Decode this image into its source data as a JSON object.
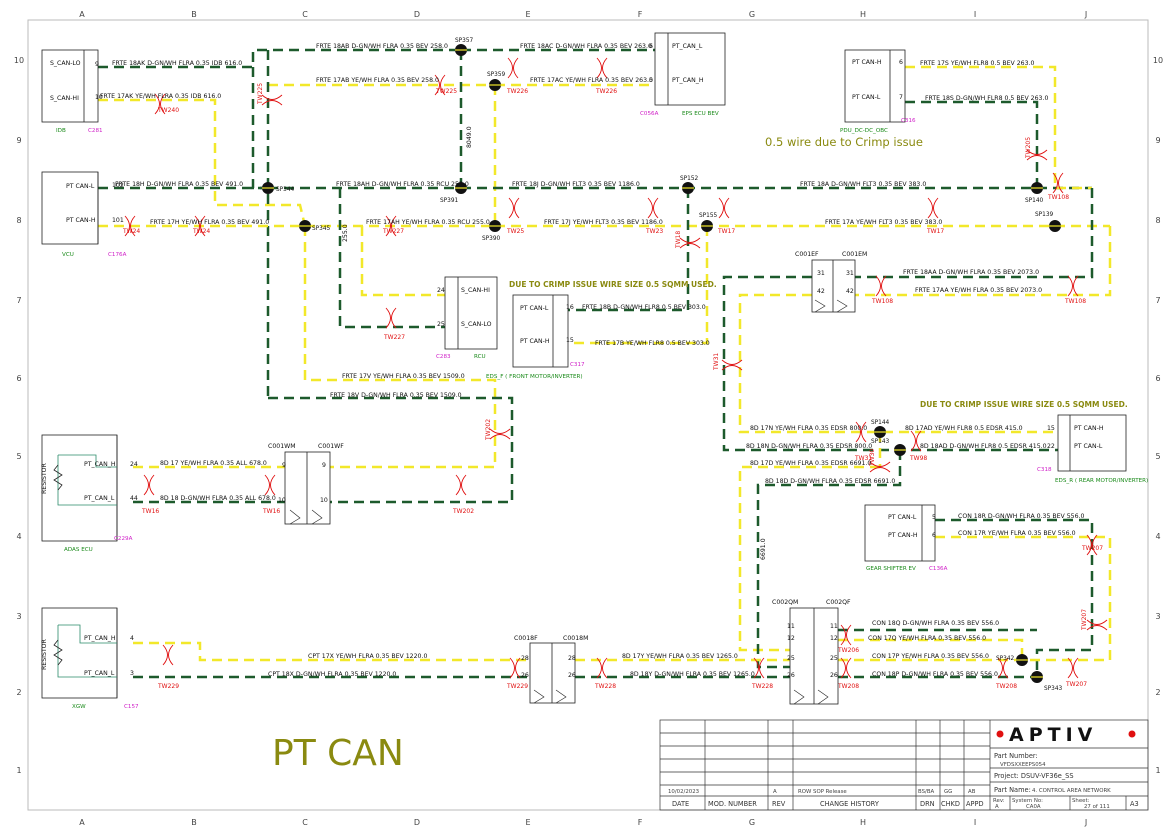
{
  "sheet": {
    "title": "PT CAN",
    "col_letters": [
      "A",
      "B",
      "C",
      "D",
      "E",
      "F",
      "G",
      "H",
      "I",
      "J"
    ],
    "row_numbers": [
      "10",
      "9",
      "8",
      "7",
      "6",
      "5",
      "4",
      "3",
      "2",
      "1"
    ],
    "colors": {
      "can_h": "#f2e82a",
      "can_l": "#1d5a2c",
      "twist": "#e01010",
      "annotation": "#8a8a10"
    }
  },
  "notes": {
    "crimp_1": "0.5 wire due to Crimp issue",
    "crimp_2": "DUE TO CRIMP ISSUE WIRE SIZE 0.5 SQMM USED.",
    "crimp_3": "DUE TO CRIMP ISSUE WIRE SIZE 0.5 SQMM USED."
  },
  "components": {
    "idb": {
      "name": "IDB",
      "conn": "C281",
      "p1": "S_CAN-LO",
      "p2": "S_CAN-HI",
      "n1": "9",
      "n2": "10"
    },
    "vcu": {
      "name": "VCU",
      "conn": "C176A",
      "p1": "PT CAN-L",
      "p2": "PT CAN-H",
      "n1": "102",
      "n2": "101"
    },
    "eps": {
      "name": "EPS ECU BEV",
      "conn": "C056A",
      "p1": "PT_CAN_L",
      "p2": "PT_CAN_H",
      "n1": "6",
      "n2": "5"
    },
    "pdu": {
      "name": "PDU_DC-DC_OBC",
      "conn": "C316",
      "p1": "PT CAN-H",
      "p2": "PT CAN-L",
      "n1": "6",
      "n2": "7"
    },
    "rcu": {
      "name": "RCU",
      "conn": "C283",
      "p1": "S_CAN-HI",
      "p2": "S_CAN-LO",
      "n1": "24",
      "n2": "25"
    },
    "edsf": {
      "name": "EDS_F ( FRONT MOTOR/INVERTER)",
      "conn": "C317",
      "p1": "PT CAN-L",
      "p2": "PT CAN-H",
      "n1": "16",
      "n2": "15"
    },
    "edsr": {
      "name": "EDS_R ( REAR MOTOR/INVERTER)",
      "conn": "C318",
      "p1": "PT CAN-H",
      "p2": "PT CAN-L",
      "n1": "15",
      "n2": "22"
    },
    "adas": {
      "name": "ADAS ECU",
      "conn": "C229A",
      "p1": "PT_CAN_H",
      "p2": "PT_CAN_L",
      "n1": "24",
      "n2": "44",
      "res": "RESISTOR"
    },
    "gear": {
      "name": "GEAR SHIFTER EV",
      "conn": "C136A",
      "p1": "PT CAN-L",
      "p2": "PT CAN-H",
      "n1": "5",
      "n2": "6"
    },
    "xgw": {
      "name": "XGW",
      "conn": "C157",
      "p1": "PT_CAN_H",
      "p2": "PT_CAN_L",
      "n1": "4",
      "n2": "3",
      "res": "RESISTOR"
    }
  },
  "inline": {
    "c001wm": "C001WM",
    "c001wf": "C001WF",
    "c001ef": "C001EF",
    "c001em": "C001EM",
    "c0018f": "C0018F",
    "c0018m": "C0018M",
    "c002qm": "C002QM",
    "c002qf": "C002QF"
  },
  "splices": [
    "SP357",
    "SP359",
    "SP344",
    "SP345",
    "SP391",
    "SP390",
    "SP152",
    "SP155",
    "SP140",
    "SP139",
    "SP144",
    "SP143",
    "SP342",
    "SP343"
  ],
  "wire_labels": [
    "FRTE 18AK D-GN/WH FLRA 0.35 IDB 616.0",
    "FRTE 17AK YE/WH FLRA 0.35 IDB 616.0",
    "FRTE 18AB D-GN/WH FLRA 0.35 BEV 258.0",
    "FRTE 17AB YE/WH FLRA 0.35 BEV 258.0",
    "FRTE 18AC D-GN/WH FLRA 0.35 BEV 263.0",
    "FRTE 17AC YE/WH FLRA 0.35 BEV 263.0",
    "FRTE 17S YE/WH FLR8 0.5 BEV 263.0",
    "FRTE 18S D-GN/WH FLR8 0.5 BEV 263.0",
    "FRTE 18H D-GN/WH FLRA 0.35 BEV 491.0",
    "FRTE 17H YE/WH FLRA 0.35 BEV 491.0",
    "FRTE 18AH D-GN/WH FLRA 0.35 RCU 255.0",
    "FRTE 17AH YE/WH FLRA 0.35 RCU 255.0",
    "FRTE 18J D-GN/WH FLT3 0.35 BEV 1186.0",
    "FRTE 17J YE/WH FLT3 0.35 BEV 1186.0",
    "FRTE 18A D-GN/WH FLT3 0.35 BEV 383.0",
    "FRTE 17A YE/WH FLT3 0.35 BEV 383.0",
    "FRTE 18AA D-GN/WH FLRA 0.35 BEV 2073.0",
    "FRTE 17AA YE/WH FLRA 0.35 BEV 2073.0",
    "FRTE 18B D-GN/WH FLR8 0.5 BEV 303.0",
    "FRTE 17B YE/WH FLR8 0.5 BEV 303.0",
    "FRTE 17V YE/WH FLRA 0.35 BEV 1509.0",
    "FRTE 18V D-GN/WH FLRA 0.35 BEV 1509.0",
    "8D 17N YE/WH FLRA 0.35 EDSR 800.0",
    "8D 17AD YE/WH FLR8 0.5 EDSR 415.0",
    "8D 18N D-GN/WH FLRA 0.35 EDSR 800.0",
    "8D 18AD D-GN/WH FLR8 0.5 EDSR 415.0",
    "8D 17D YE/WH FLRA 0.35 EDSR 6691.0",
    "8D 18D D-GN/WH FLRA 0.35 EDSR 6691.0",
    "8D 17 YE/WH FLRA 0.35 ALL 678.0",
    "8D 18 D-GN/WH FLRA 0.35 ALL 678.0",
    "CON 18R D-GN/WH FLRA 0.35 BEV 556.0",
    "CON 17R YE/WH FLRA 0.35 BEV 556.0",
    "CON 18Q D-GN/WH FLRA 0.35 BEV 556.0",
    "CON 17Q YE/WH FLRA 0.35 BEV 556.0",
    "CON 17P YE/WH FLRA 0.35 BEV 556.0",
    "CON 18P D-GN/WH FLRA 0.35 BEV 556.0",
    "CPT 17X YE/WH FLRA 0.35 BEV 1220.0",
    "CPT 18X D-GN/WH FLRA 0.35 BEV 1220.0",
    "8D 17Y YE/WH FLRA 0.35 BEV 1265.0",
    "8D 18Y D-GN/WH FLRA 0.35 BEV 1265.0"
  ],
  "twists": [
    "TW240",
    "TW225",
    "TW226",
    "TW205",
    "TW24",
    "TW227",
    "TW25",
    "TW23",
    "TW17",
    "TW18",
    "TW108",
    "TW31",
    "TW202",
    "TW16",
    "TW30",
    "TW98",
    "TW207",
    "TW206",
    "TW208",
    "TW228",
    "TW229"
  ],
  "title_block": {
    "logo": "APTIV",
    "part_number_label": "Part Number:",
    "part_number": "VFDSXXEEPS054",
    "project": "Project: DSUV-VF36e_SS",
    "part_name_label": "Part Name:",
    "part_name": "4. CONTROL AREA NETWORK",
    "date": "10/02/2023",
    "rev": "A",
    "history": "ROW SOP Release",
    "drn": "BS/BA",
    "chkd": "GG",
    "appd": "AB",
    "h_date": "DATE",
    "h_mod": "MOD. NUMBER",
    "h_rev": "REV",
    "h_change": "CHANGE HISTORY",
    "h_drn": "DRN",
    "h_chkd": "CHKD",
    "h_appd": "APPD",
    "rev_label": "Rev:",
    "rev_val": "A",
    "system_label": "System No:",
    "system_val": "CA0A",
    "sheet_label": "Sheet:",
    "sheet_val": "27 of 111",
    "size": "A3"
  }
}
